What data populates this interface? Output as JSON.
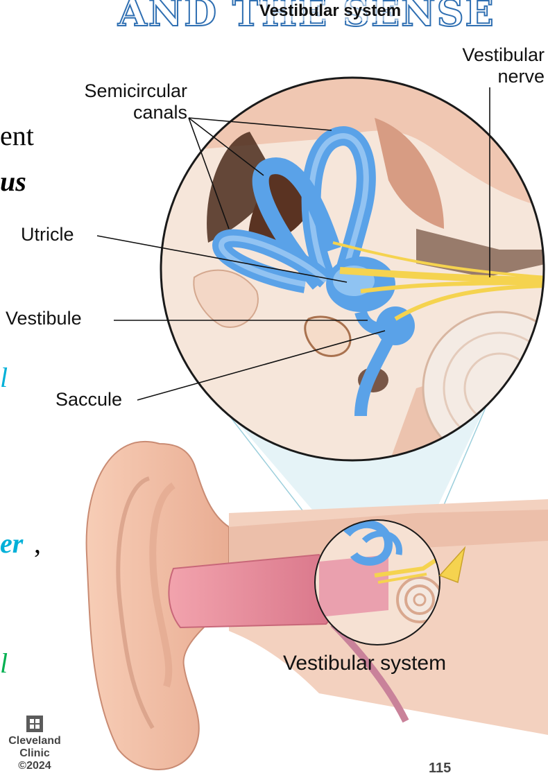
{
  "slide": {
    "title": "AND THE SENSE",
    "page_number": "115",
    "text_fragments": [
      {
        "text": "ent",
        "color": "#000000"
      },
      {
        "text": "us",
        "color": "#000000"
      },
      {
        "text": "l",
        "color": "#00b0d8"
      },
      {
        "text": "er",
        "color": "#00b0d8"
      },
      {
        "text": ",",
        "color": "#000000"
      },
      {
        "text": "l",
        "color": "#00b050"
      }
    ]
  },
  "diagram": {
    "title": "Vestibular system",
    "labels": {
      "vestibular_nerve": "Vestibular nerve",
      "semicircular_canals": "Semicircular canals",
      "utricle": "Utricle",
      "vestibule": "Vestibule",
      "saccule": "Saccule",
      "caption": "Vestibular system"
    },
    "colors": {
      "canal_blue": "#5aa2e8",
      "skin": "#f0c3aa",
      "bone": "#f4d9c8",
      "nerve_yellow": "#f5d34f",
      "ear_canal": "#e79aa7",
      "circle_stroke": "#1a1a1a"
    }
  },
  "credit": {
    "logo_icon": "cleveland-clinic-logo-icon",
    "line1": "Cleveland",
    "line2": "Clinic",
    "line3": "©2024"
  }
}
